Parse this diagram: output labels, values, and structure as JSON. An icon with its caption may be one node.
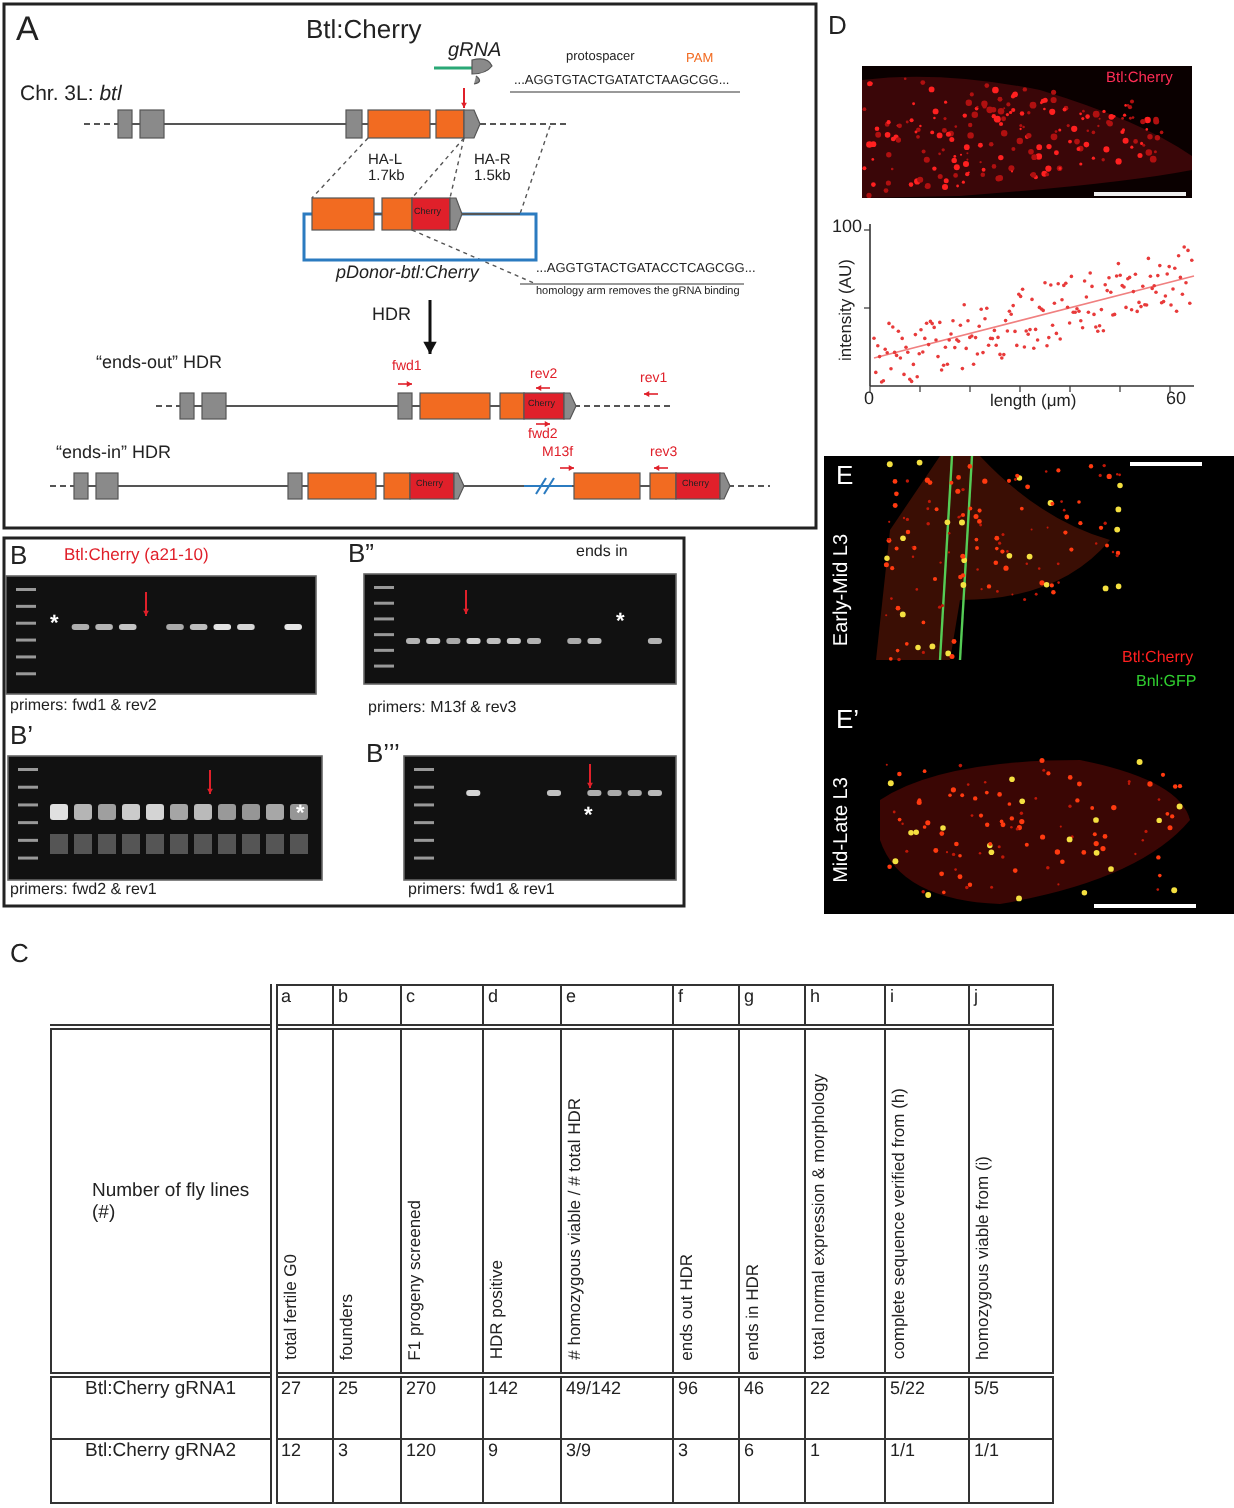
{
  "diagram": {
    "labels": [
      "A",
      "Btl:Cherry",
      "gRNA",
      "protospacer",
      "PAM",
      "...AGGTGTACTGATATCTAAGCGG...",
      "Chr. 3L: *btl*",
      "HA-L 1.7kb",
      "HA-R 1.5kb",
      "Cherry",
      "pDonor-btl:Cherry",
      "...AGGTGTACTGATACCTCAGCGG...",
      "homology arm removes the gRNA binding",
      "HDR",
      "“ends-out” HDR",
      "fwd1",
      "rev2",
      "rev1",
      "Cherry",
      "fwd2",
      "“ends-in” HDR",
      "M13f",
      "rev3",
      "Cherry",
      "Cherry",
      "B",
      "Btl:Cherry (a21-10)",
      "*",
      "primers: fwd1 & rev2",
      "B”",
      "ends in",
      "*",
      "primers: M13f & rev3",
      "B’",
      "*",
      "primers: fwd2 & rev1",
      "B’’’",
      "*",
      "primers: fwd1 & rev1",
      "C",
      "a",
      "b",
      "c",
      "d",
      "e",
      "f",
      "g",
      "h",
      "i",
      "j",
      "Number of fly lines (#)",
      "total fertile G0",
      "founders",
      "F1 progeny screened",
      "HDR positive",
      "# homozygous viable / # total HDR",
      "ends out HDR",
      "ends in HDR",
      "total normal expression & morphology",
      "complete sequence verified from (h)",
      "homozygous viable from (i)",
      "Btl:Cherry gRNA1",
      "27",
      "25",
      "270",
      "142",
      "49/142",
      "96",
      "46",
      "22",
      "5/22",
      "5/5",
      "Btl:Cherry gRNA2",
      "12",
      "3",
      "120",
      "9",
      "3/9",
      "3",
      "6",
      "1",
      "1/1",
      "1/1",
      "D",
      "Btl:Cherry",
      "100",
      "intensity (AU)",
      "0",
      "length (μm)",
      "60",
      "E",
      "Early-Mid L3",
      "Btl:Cherry",
      "Bnl:GFP",
      "E’",
      "Mid-Late L3"
    ]
  }
}
